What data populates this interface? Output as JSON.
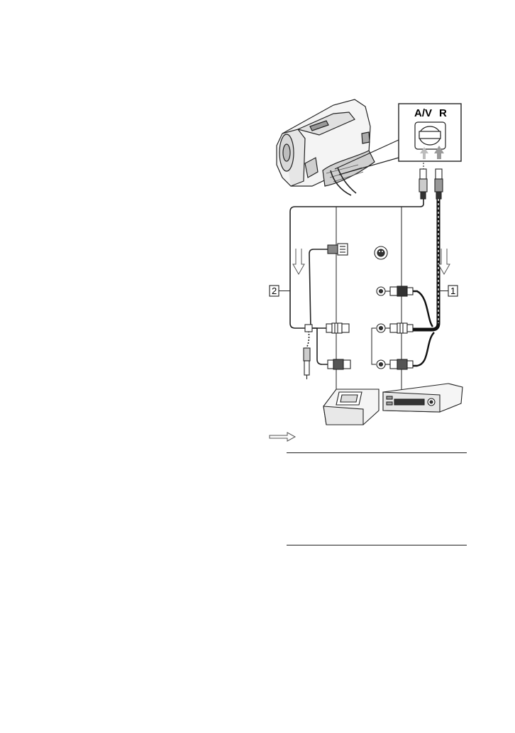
{
  "panel": {
    "port_label_av": "A/V",
    "port_label_r": "R"
  },
  "callouts": {
    "cable_1": "1",
    "cable_2": "2"
  },
  "icons": {
    "camcorder": "camcorder-illustration",
    "vcr": "vcr-illustration",
    "dvd_recorder": "dvd-recorder-illustration",
    "s_video_jack": "s-video-jack-icon",
    "signal_flow": "signal-flow-arrow-icon"
  }
}
